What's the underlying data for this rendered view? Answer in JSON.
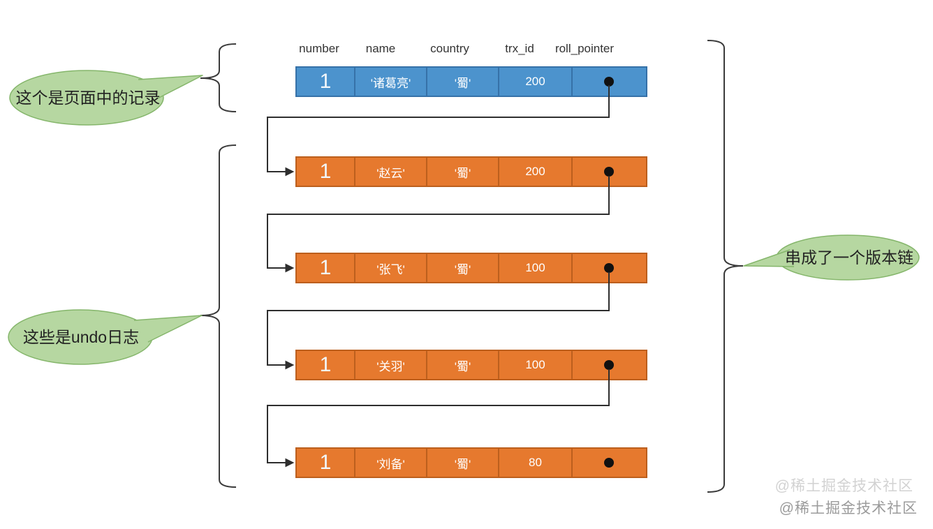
{
  "table": {
    "headers": [
      "number",
      "name",
      "country",
      "trx_id",
      "roll_pointer"
    ],
    "rows": [
      {
        "kind": "page-record",
        "number": "1",
        "name": "'诸葛亮'",
        "country": "'蜀'",
        "trx_id": "200",
        "roll_pointer": "•"
      },
      {
        "kind": "undo-log",
        "number": "1",
        "name": "'赵云'",
        "country": "'蜀'",
        "trx_id": "200",
        "roll_pointer": "•"
      },
      {
        "kind": "undo-log",
        "number": "1",
        "name": "'张飞'",
        "country": "'蜀'",
        "trx_id": "100",
        "roll_pointer": "•"
      },
      {
        "kind": "undo-log",
        "number": "1",
        "name": "'关羽'",
        "country": "'蜀'",
        "trx_id": "100",
        "roll_pointer": "•"
      },
      {
        "kind": "undo-log",
        "number": "1",
        "name": "'刘备'",
        "country": "'蜀'",
        "trx_id": "80",
        "roll_pointer": "•"
      }
    ]
  },
  "annotations": {
    "page_record_label": "这个是页面中的记录",
    "undo_log_label": "这些是undo日志",
    "version_chain_label": "串成了一个版本链"
  },
  "watermarks": [
    "@稀土掘金技术社区",
    "@稀土掘金技术社区"
  ],
  "colors": {
    "page_record_fill": "#4c93cd",
    "page_record_border": "#3671a8",
    "undo_log_fill": "#e6792e",
    "undo_log_border": "#bc5f1d",
    "bubble_fill": "#b6d7a1",
    "bubble_border": "#85b66b",
    "connector": "#2e2e2e"
  }
}
